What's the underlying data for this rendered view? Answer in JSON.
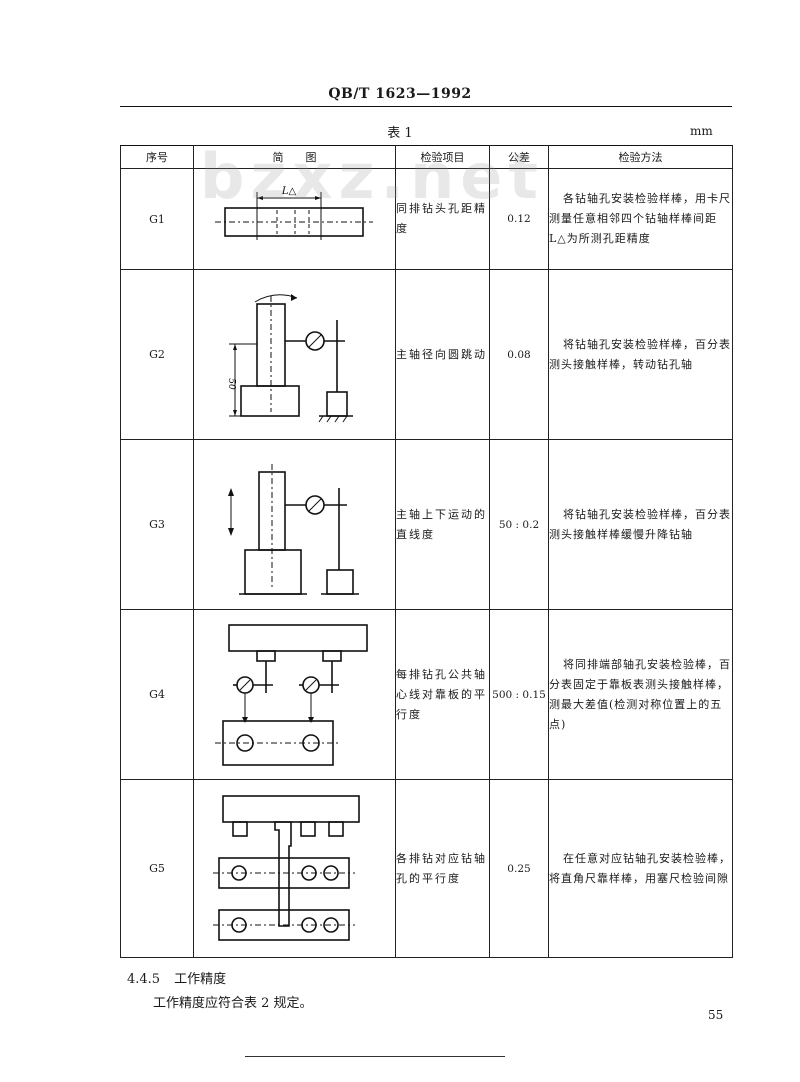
{
  "header": {
    "standard_code": "QB/T 1623—1992"
  },
  "table": {
    "caption": "表 1",
    "unit": "mm",
    "watermark": "bzxz.net",
    "columns": [
      "序号",
      "简　　图",
      "检验项目",
      "公差",
      "检验方法"
    ],
    "rows": [
      {
        "code": "G1",
        "item": "同排钻头孔距精度",
        "tolerance": "0.12",
        "method": "各钻轴孔安装检验样棒，用卡尺测量任意相邻四个钻轴样棒间距",
        "method_note": "L△为所测孔距精度",
        "figure_label": "L△"
      },
      {
        "code": "G2",
        "item": "主轴径向圆跳动",
        "tolerance": "0.08",
        "method": "将钻轴孔安装检验样棒，百分表测头接触样棒，转动钻孔轴",
        "figure_label": "50"
      },
      {
        "code": "G3",
        "item": "主轴上下运动的直线度",
        "tolerance": "50 : 0.2",
        "method": "将钻轴孔安装检验样棒，百分表测头接触样棒缓慢升降钻轴"
      },
      {
        "code": "G4",
        "item": "每排钻孔公共轴心线对靠板的平行度",
        "tolerance": "500 : 0.15",
        "method": "将同排端部轴孔安装检验棒，百分表固定于靠板表测头接触样棒，测最大差值(检测对称位置上的五点)"
      },
      {
        "code": "G5",
        "item": "各排钻对应钻轴孔的平行度",
        "tolerance": "0.25",
        "method": "在任意对应钻轴孔安装检验棒，将直角尺靠样棒，用塞尺检验间隙"
      }
    ]
  },
  "section": {
    "number": "4.4.5",
    "title": "工作精度",
    "body": "工作精度应符合表 2 规定。"
  },
  "page_number": "55"
}
